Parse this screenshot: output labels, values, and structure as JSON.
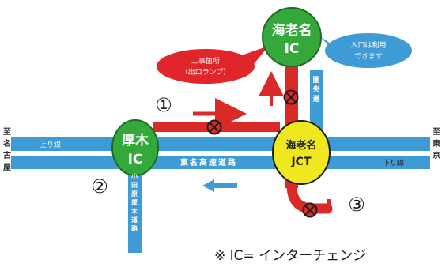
{
  "nodes": {
    "ebina_ic": {
      "line1": "海老名",
      "line2": "IC"
    },
    "atsugi_ic": {
      "line1": "厚木",
      "line2": "IC"
    },
    "ebina_jct": {
      "line1": "海老名",
      "line2": "JCT"
    }
  },
  "roads": {
    "tomei": "東名高速道路",
    "kenodo": "圏央道",
    "odawara": "小田原厚木道路",
    "upbound": "上り線",
    "downbound": "下り線"
  },
  "destinations": {
    "left": "至名古屋",
    "right": "至東京"
  },
  "callouts": {
    "construction": {
      "line1": "工事箇所",
      "line2": "（出口ランプ）"
    },
    "entrance": {
      "line1": "入口は利用",
      "line2": "できます"
    }
  },
  "markers": [
    "①",
    "②",
    "③"
  ],
  "footnote": "※ IC= インターチェンジ",
  "colors": {
    "road_blue": "#3e9bd5",
    "road_red": "#d92a27",
    "ic_green": "#34a83a",
    "jct_yellow": "#f0e81f",
    "node_stroke": "#1f6b24"
  }
}
